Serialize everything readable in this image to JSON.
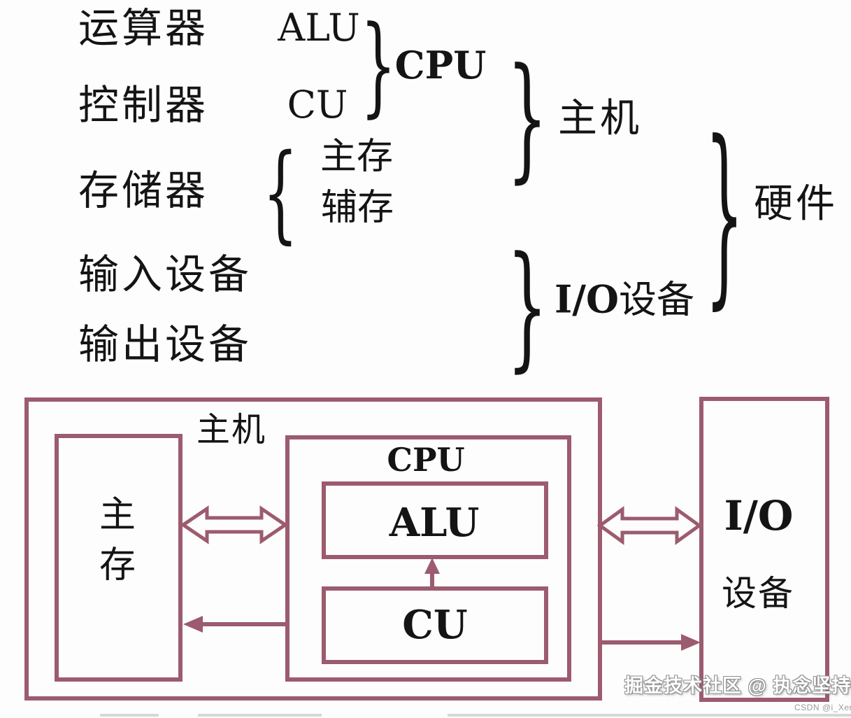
{
  "colors": {
    "background": "#fdfdfd",
    "diagram_accent": "#9c5b6e",
    "text": "#141414",
    "watermark_white": "#ffffff",
    "watermark_gray": "#9b9b9b"
  },
  "taxonomy": {
    "rows": [
      "运算器",
      "控制器",
      "存储器",
      "输入设备",
      "输出设备"
    ],
    "alu": "ALU",
    "cu": "CU",
    "cpu": "CPU",
    "main_memory": "主存",
    "aux_memory": "辅存",
    "host": "主机",
    "io_bold": "I/O",
    "io_suffix": "设备",
    "hardware": "硬件"
  },
  "diagram": {
    "host": "主机",
    "memory_line1": "主",
    "memory_line2": "存",
    "cpu": "CPU",
    "alu": "ALU",
    "cu": "CU",
    "io_line1": "I/O",
    "io_line2": "设备"
  },
  "watermark": {
    "community": "掘金技术社区 @ 执念坚持",
    "csdn": "CSDN @i_Xer"
  },
  "glyphs": {
    "brace_open": "{",
    "brace_close": "}"
  }
}
